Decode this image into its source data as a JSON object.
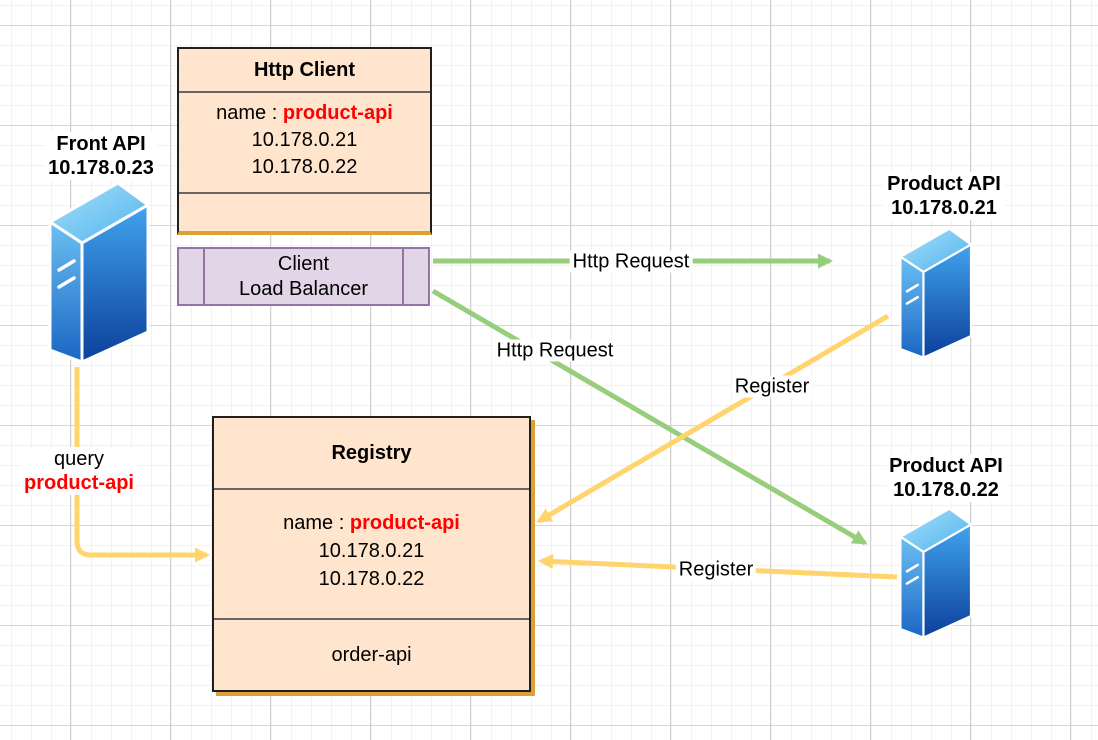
{
  "nodes": {
    "http_client": {
      "title": "Http Client",
      "name_label": "name :",
      "name_value": "product-api",
      "ip1": "10.178.0.21",
      "ip2": "10.178.0.22"
    },
    "client_load_balancer": {
      "line1": "Client",
      "line2": "Load Balancer"
    },
    "registry": {
      "title": "Registry",
      "name_label": "name :",
      "name_value": "product-api",
      "ip1": "10.178.0.21",
      "ip2": "10.178.0.22",
      "other_service": "order-api"
    },
    "front_api": {
      "name": "Front API",
      "ip": "10.178.0.23"
    },
    "product_api_1": {
      "name": "Product API",
      "ip": "10.178.0.21"
    },
    "product_api_2": {
      "name": "Product API",
      "ip": "10.178.0.22"
    }
  },
  "edges": {
    "http_request_1": {
      "label": "Http Request",
      "color": "#97CE7C"
    },
    "http_request_2": {
      "label": "Http Request",
      "color": "#97CE7C"
    },
    "register_1": {
      "label": "Register",
      "color": "#FFD46C"
    },
    "register_2": {
      "label": "Register",
      "color": "#FFD46C"
    },
    "query_product_api": {
      "label_line1": "query",
      "label_line2": "product-api",
      "color": "#FFD46C"
    }
  },
  "colors": {
    "node_fill": "#FFE5CD",
    "node_border": "#1F1F1F",
    "shadow_orange": "#DCA136",
    "load_balancer_fill": "#E1D5E7",
    "load_balancer_border": "#9673A6",
    "divider_gray": "#666666",
    "highlight_red": "#FF0000",
    "arrow_green": "#97CE7C",
    "arrow_yellow": "#FFD46C",
    "server_blue_light": "#A6DEF8",
    "server_blue_dark": "#0C3F9B"
  }
}
